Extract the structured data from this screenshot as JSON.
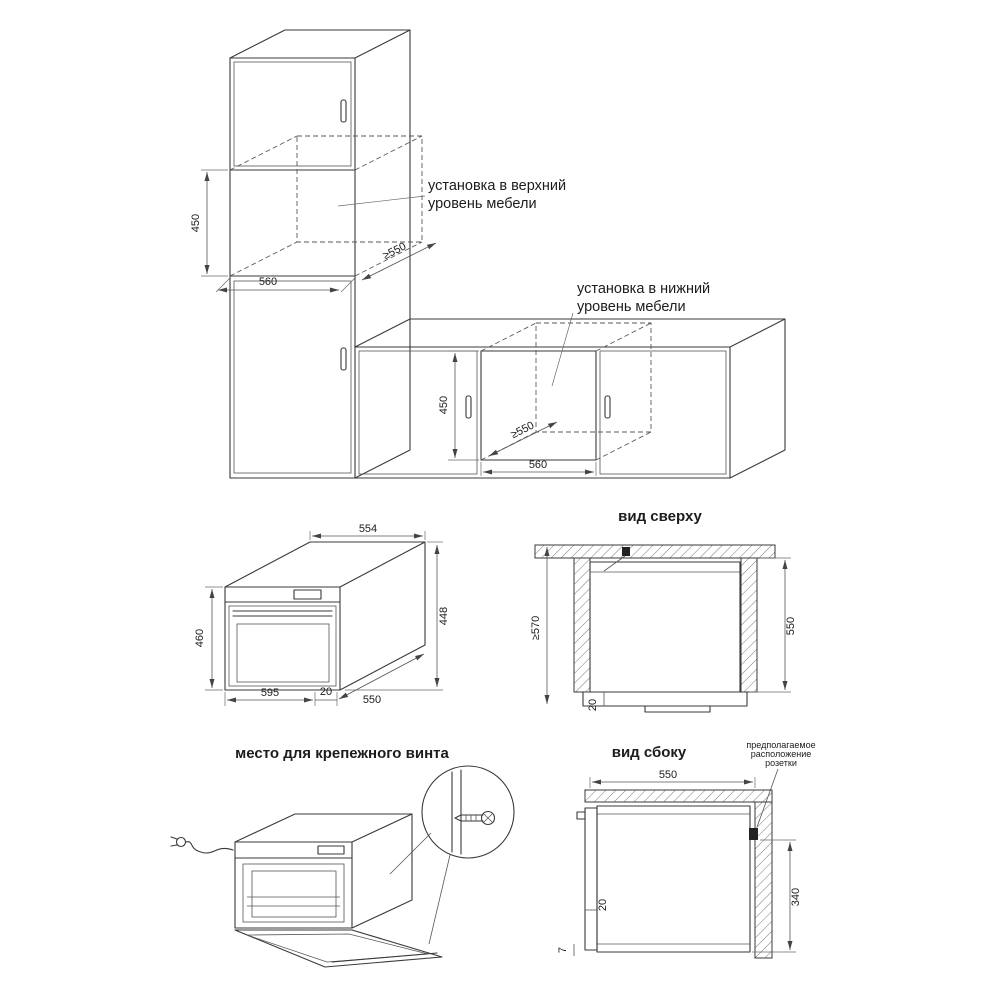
{
  "colors": {
    "line": "#3a3a3a",
    "dim_line": "#555555",
    "text": "#1c1c1c",
    "background": "#ffffff"
  },
  "upper_install": {
    "label_line1": "установка в верхний",
    "label_line2": "уровень мебели",
    "dims": {
      "height": "450",
      "width": "560",
      "depth": "≥550"
    }
  },
  "lower_install": {
    "label_line1": "установка в нижний",
    "label_line2": "уровень мебели",
    "dims": {
      "height": "450",
      "width": "560",
      "depth": "≥550"
    }
  },
  "oven": {
    "dims": {
      "top_width": "554",
      "back_height": "448",
      "front_height": "460",
      "front_width": "595",
      "door_offset": "20",
      "depth": "550"
    }
  },
  "top_view": {
    "title": "вид сверху",
    "dims": {
      "niche_depth": "≥570",
      "oven_depth": "550",
      "door_offset": "20"
    }
  },
  "screw_view": {
    "title": "место для крепежного винта"
  },
  "side_view": {
    "title": "вид сбоку",
    "socket_note_line1": "предполагаемое",
    "socket_note_line2": "расположение",
    "socket_note_line3": "розетки",
    "dims": {
      "depth": "550",
      "door_offset": "20",
      "socket_height": "340",
      "bottom_gap": "7"
    }
  }
}
